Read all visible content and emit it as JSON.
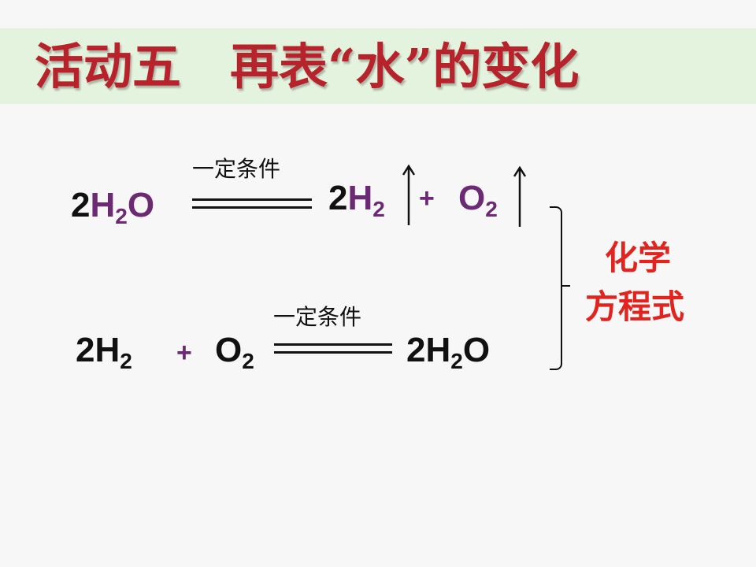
{
  "title": "活动五　再表“水”的变化",
  "colors": {
    "title": "#b8222a",
    "title_band": "#e4f3de",
    "formula_purple": "#6b2a73",
    "formula_black": "#111111",
    "label_red": "#e3231d"
  },
  "equation1": {
    "reactant_coef": "2",
    "reactant_h": "H",
    "reactant_h_sub": "2",
    "reactant_o": "O",
    "condition": "一定条件",
    "product1_coef": "2",
    "product1_el": "H",
    "product1_sub": "2",
    "plus": "+",
    "product2_el": "O",
    "product2_sub": "2"
  },
  "equation2": {
    "reactant1_coef": "2",
    "reactant1_el": "H",
    "reactant1_sub": "2",
    "plus": "+",
    "reactant2_el": "O",
    "reactant2_sub": "2",
    "condition": "一定条件",
    "product_coef": "2",
    "product_h": "H",
    "product_h_sub": "2",
    "product_o": "O"
  },
  "label": {
    "line1": "化学",
    "line2": "方程式"
  }
}
